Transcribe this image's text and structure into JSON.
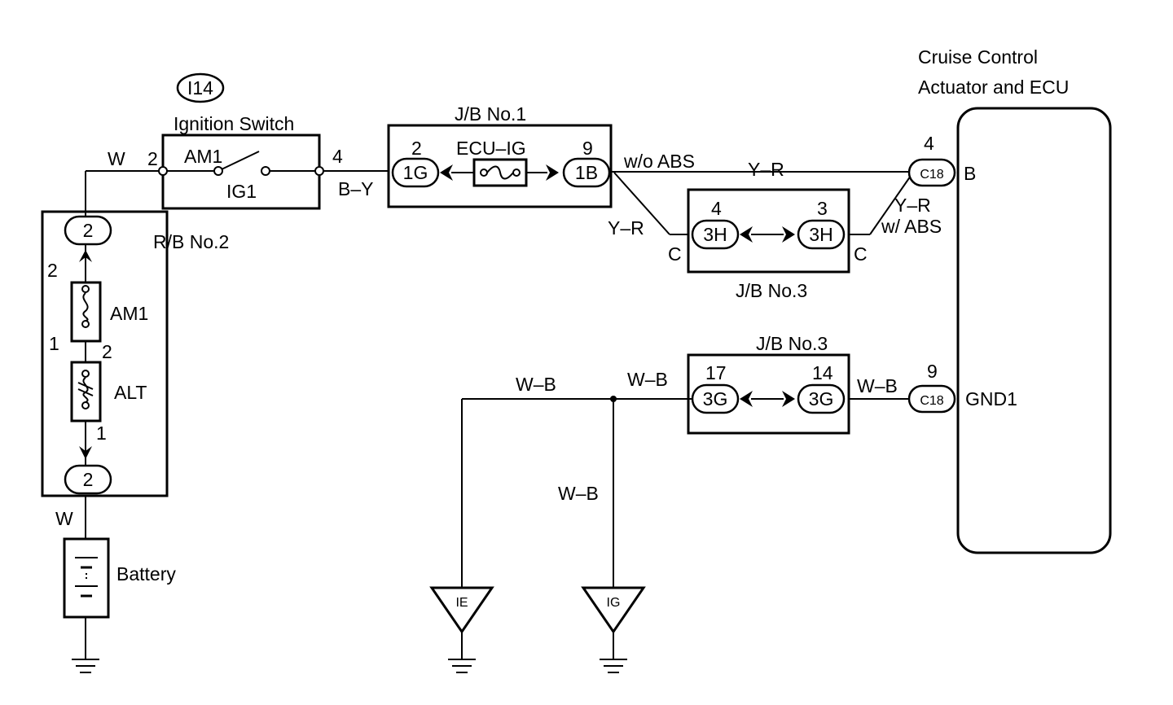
{
  "components": {
    "ignition_switch": {
      "id_tag": "I14",
      "title": "Ignition Switch",
      "left_terminal": "AM1",
      "right_terminal": "IG1"
    },
    "jb1": {
      "title": "J/B No.1",
      "fuse": "ECU–IG",
      "left_connector": "1G",
      "left_pin": "2",
      "right_connector": "1B",
      "right_pin": "9"
    },
    "jb3_top": {
      "title": "J/B No.3",
      "left_connector": "3H",
      "left_pin": "4",
      "right_connector": "3H",
      "right_pin": "3",
      "left_label": "C",
      "right_label": "C"
    },
    "jb3_bottom": {
      "title": "J/B No.3",
      "left_connector": "3G",
      "left_pin": "17",
      "right_connector": "3G",
      "right_pin": "14"
    },
    "rb2": {
      "title": "R/B No.2",
      "top_connector": "2",
      "bottom_connector": "2",
      "fuse1": "AM1",
      "fuse1_top_pin": "2",
      "fuse1_bottom_pin": "1",
      "fuse2": "ALT",
      "fuse2_top_pin": "2",
      "fuse2_bottom_pin": "1"
    },
    "battery": {
      "label": "Battery"
    },
    "ecu": {
      "title_line1": "Cruise Control",
      "title_line2": "Actuator and ECU",
      "b_pin": "4",
      "b_connector": "C18",
      "b_terminal": "B",
      "gnd_pin": "9",
      "gnd_connector": "C18",
      "gnd_terminal": "GND1"
    },
    "grounds": {
      "ie": "IE",
      "ig": "IG"
    }
  },
  "wires": {
    "w_top": "W",
    "w_bottom": "W",
    "pin_2": "2",
    "pin_4": "4",
    "by": "B–Y",
    "wo_abs": "w/o ABS",
    "yr_top": "Y–R",
    "yr_left": "Y–R",
    "yr_right": "Y–R",
    "w_abs": "w/ ABS",
    "wb_left": "W–B",
    "wb_mid": "W–B",
    "wb_vert": "W–B",
    "wb_right": "W–B"
  }
}
